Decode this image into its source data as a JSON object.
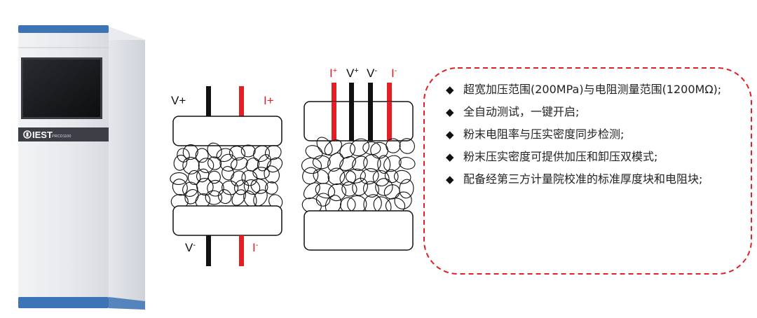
{
  "device": {
    "brand": "IEST",
    "model": "PRCD1100",
    "accent_color": "#3d74b6"
  },
  "diagram_left": {
    "labels": {
      "v_plus": {
        "base": "V",
        "sup": "+"
      },
      "i_plus": {
        "base": "I",
        "sup": "+"
      },
      "v_minus": {
        "base": "V",
        "sup": "-"
      },
      "i_minus": {
        "base": "I",
        "sup": "-"
      }
    }
  },
  "diagram_right": {
    "labels": {
      "i_plus": {
        "base": "I",
        "sup": "+"
      },
      "v_plus": {
        "base": "V",
        "sup": "+"
      },
      "v_minus": {
        "base": "V",
        "sup": "-"
      },
      "i_minus": {
        "base": "I",
        "sup": "-"
      }
    }
  },
  "colors": {
    "black_lead": "#111111",
    "red_lead": "#e31e24",
    "dashed_border": "#e31e24"
  },
  "features": {
    "bullet_icon": "diamond-icon",
    "items": [
      "超宽加压范围(200MPa)与电阻测量范围(1200MΩ);",
      "全自动测试，一键开启;",
      "粉末电阻率与压实密度同步检测;",
      "粉末压实密度可提供加压和卸压双模式;",
      "配备经第三方计量院校准的标准厚度块和电阻块;"
    ]
  }
}
